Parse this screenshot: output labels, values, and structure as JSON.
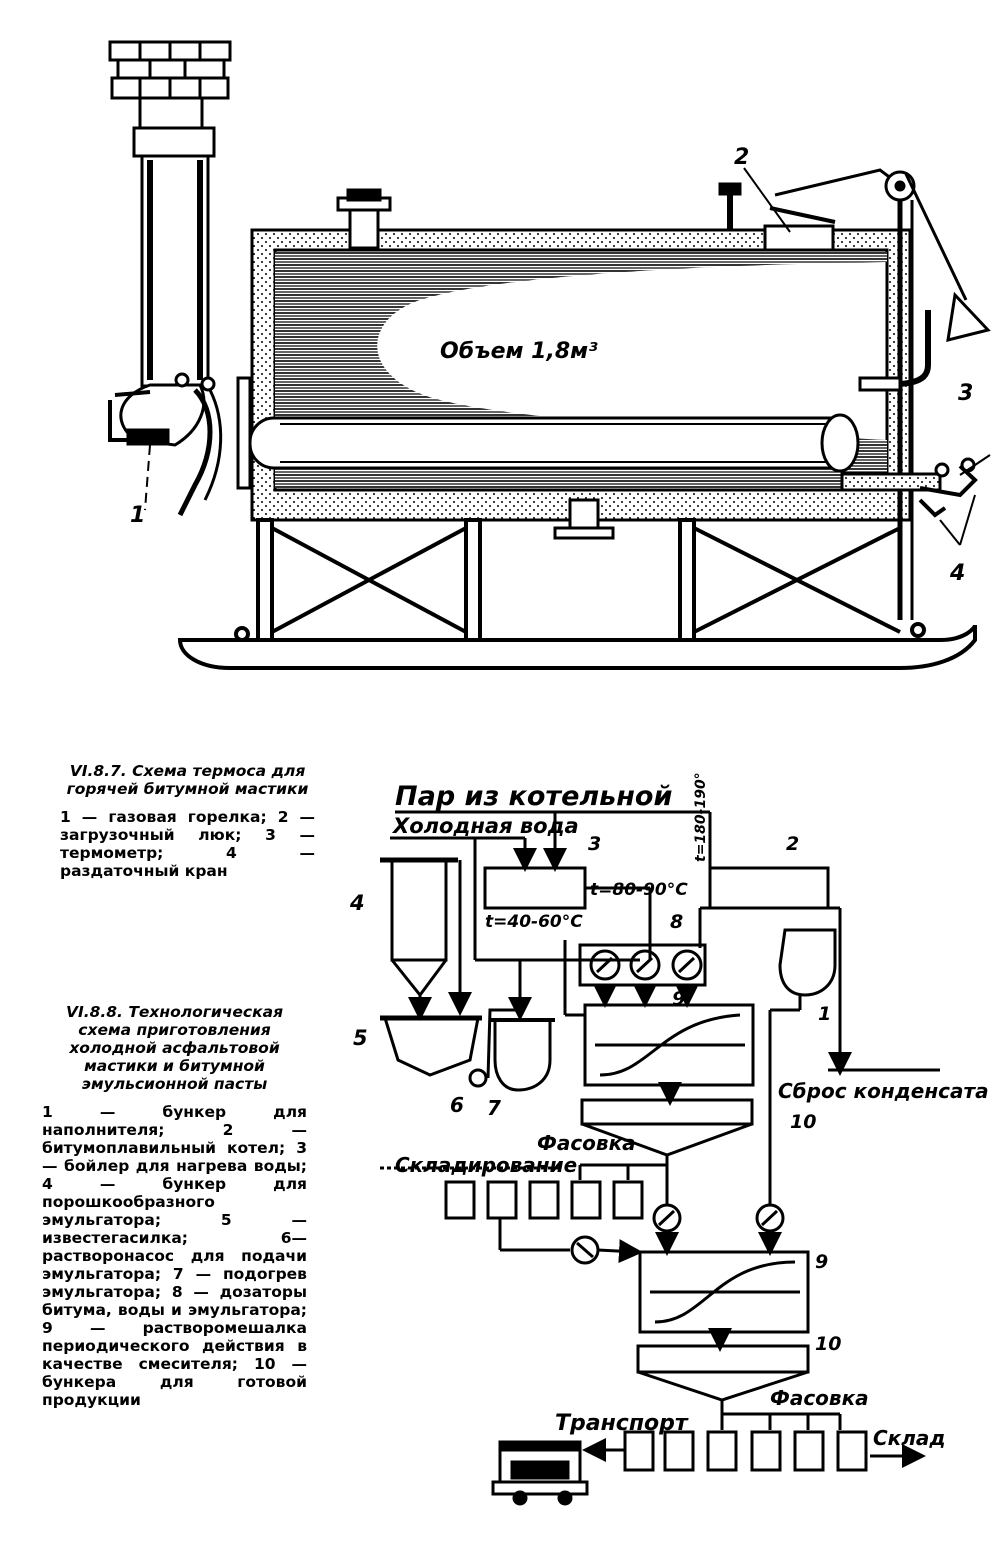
{
  "fig1": {
    "labels": [
      "1",
      "2",
      "3",
      "4"
    ],
    "volume_text": "Объем 1,8м³"
  },
  "caption1": {
    "title": "VI.8.7. Схема термоса для горячей битумной мастики",
    "legend": "1 — газовая горелка; 2 — загрузочный люк; 3 — термометр; 4 — раздаточный кран"
  },
  "caption2": {
    "title": "VI.8.8. Технологическая схема приготовления холодной асфальтовой мастики и битумной эмульсионной пасты",
    "legend": "1 — бункер для наполнителя; 2 — битумоплавильный котел; 3 — бойлер для нагрева воды; 4 — бункер для порошкообразного эмульгатора; 5 — известегасилка; 6—растворонасос для подачи эмульгатора; 7 — подогрев эмульгатора; 8 — дозаторы битума, воды и эмульгатора; 9 — растворомешалка периодического действия в качестве смесителя; 10 — бункера для готовой продукции"
  },
  "fig2": {
    "steam": "Пар из котельной",
    "cold_water": "Холодная вода",
    "temp_boiler": "t=80-90°C",
    "temp_water": "t=40-60°C",
    "temp_bitumen": "t=180-190°",
    "condensate": "Сброс конденсата",
    "packing1": "Фасовка",
    "storage": "Складирование",
    "packing2": "Фасовка",
    "transport": "Транспорт",
    "warehouse": "Склад",
    "n1": "1",
    "n2": "2",
    "n3": "3",
    "n4": "4",
    "n5": "5",
    "n6": "6",
    "n7": "7",
    "n8": "8",
    "n9a": "9",
    "n9b": "9",
    "n10a": "10",
    "n10b": "10"
  }
}
